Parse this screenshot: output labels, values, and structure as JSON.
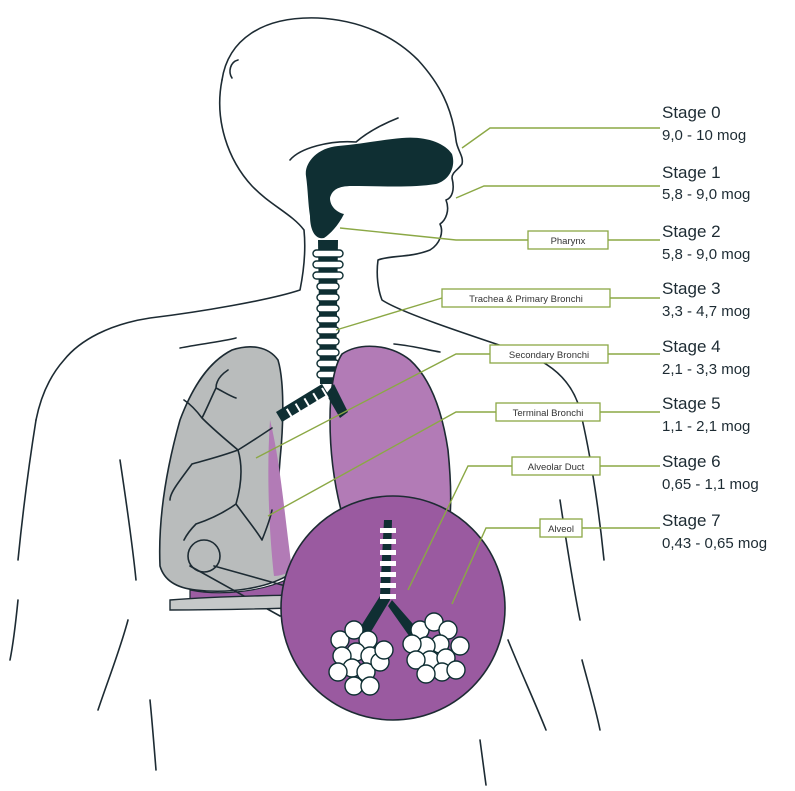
{
  "colors": {
    "outline": "#1d2b33",
    "airway": "#0f2f33",
    "leader": "#8ba845",
    "lung_grey": "#b9bcbc",
    "lung_purple": "#b27bb6",
    "lung_purple_dark": "#9c5da3",
    "magnifier": "#9a5aa0"
  },
  "stages": [
    {
      "title": "Stage 0",
      "range": "9,0 - 10 mog"
    },
    {
      "title": "Stage 1",
      "range": "5,8 - 9,0 mog"
    },
    {
      "title": "Stage 2",
      "range": "5,8 - 9,0 mog"
    },
    {
      "title": "Stage 3",
      "range": "3,3 - 4,7 mog"
    },
    {
      "title": "Stage 4",
      "range": "2,1 - 3,3 mog"
    },
    {
      "title": "Stage 5",
      "range": "1,1 - 2,1 mog"
    },
    {
      "title": "Stage 6",
      "range": "0,65 - 1,1 mog"
    },
    {
      "title": "Stage 7",
      "range": "0,43 - 0,65 mog"
    }
  ],
  "labels": {
    "pharynx": "Pharynx",
    "trachea": "Trachea & Primary Bronchi",
    "secondary": "Secondary Bronchi",
    "terminal": "Terminal Bronchi",
    "duct": "Alveolar Duct",
    "alveol": "Alveol"
  }
}
